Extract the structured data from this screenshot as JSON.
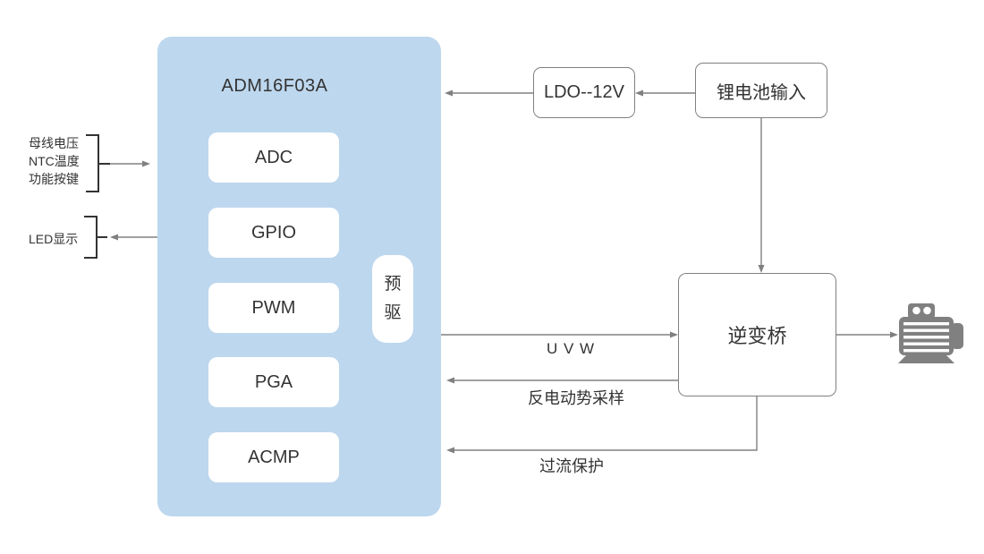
{
  "colors": {
    "chip_fill": "#bdd7ee",
    "line": "#808080",
    "text": "#333333",
    "motor": "#808080",
    "box_bg": "#ffffff"
  },
  "chip": {
    "title": "ADM16F03A",
    "blocks": [
      "ADC",
      "GPIO",
      "PWM",
      "PGA",
      "ACMP"
    ],
    "predriver": "预驱"
  },
  "inputs": {
    "bus_lines": [
      "母线电压",
      "NTC温度",
      "功能按键"
    ],
    "led_label": "LED显示"
  },
  "power": {
    "ldo_label": "LDO--12V",
    "battery_label": "锂电池输入"
  },
  "inverter_label": "逆变桥",
  "signals": {
    "uvw": "U V W",
    "bemf": "反电动势采样",
    "ocp": "过流保护"
  }
}
